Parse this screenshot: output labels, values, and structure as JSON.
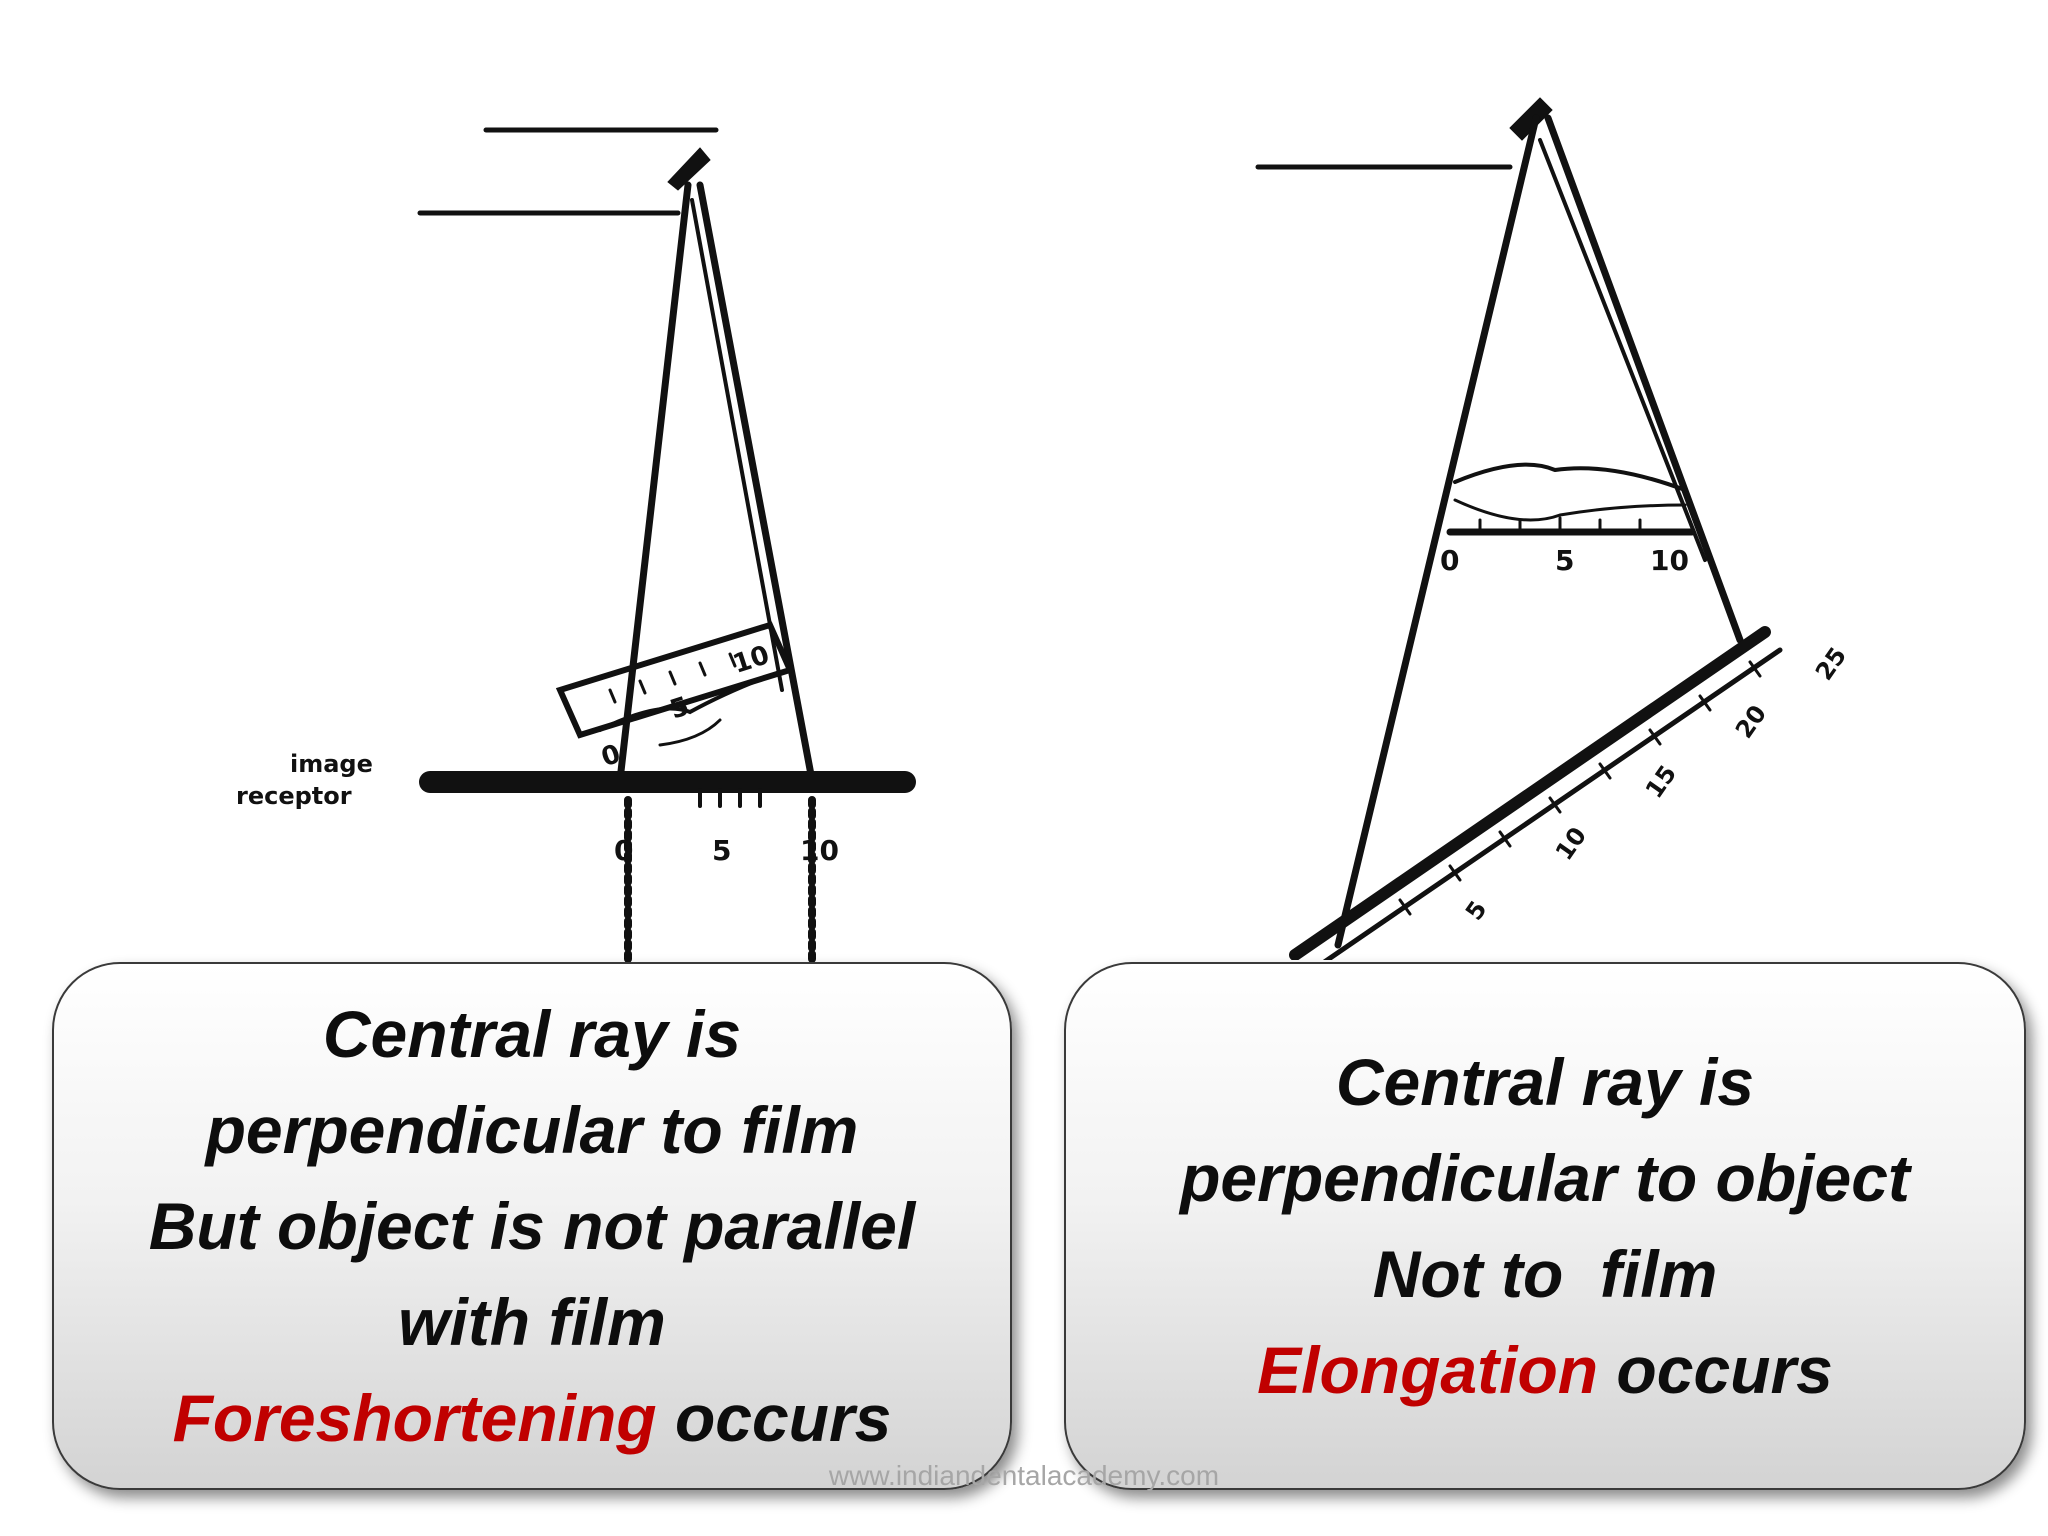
{
  "left": {
    "diagram": {
      "receptor_label_1": "image",
      "receptor_label_2": "receptor",
      "object_ticks": [
        "0",
        "5",
        "10"
      ],
      "film_ticks": [
        "0",
        "5",
        "10"
      ]
    },
    "caption": {
      "line1": "Central ray is",
      "line2": "perpendicular to film",
      "line3": "But object is not parallel",
      "line4": "with film",
      "highlight": "Foreshortening",
      "tail": " occurs"
    }
  },
  "right": {
    "diagram": {
      "object_ticks": [
        "0",
        "5",
        "10"
      ],
      "film_ticks": [
        "5",
        "10",
        "15",
        "20",
        "25"
      ]
    },
    "caption": {
      "line1": "Central ray is",
      "line2": "perpendicular to object",
      "line3": "Not to  film",
      "highlight": "Elongation",
      "tail": " occurs"
    }
  },
  "watermark": "www.indiandentalacademy.com",
  "colors": {
    "highlight": "#c00000",
    "text": "#0d0d0d",
    "panel_border": "#3a3a3a"
  }
}
